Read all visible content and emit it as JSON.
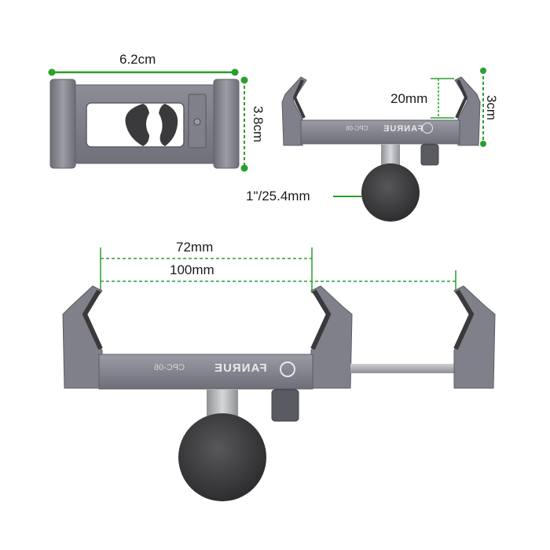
{
  "colors": {
    "dimension_line": "#2aa02a",
    "metal": "#7b7c85",
    "metal_light": "#8e8f98",
    "metal_dark": "#5d5e66",
    "rubber": "#3a3a3c",
    "ball": "#404042",
    "rod": "#b9babd",
    "text": "#1a1a1a"
  },
  "views": {
    "top_view": {
      "width_label": "6.2cm",
      "height_label": "3.8cm"
    },
    "side_view_small": {
      "grip_depth_label": "20mm",
      "height_label": "3cm",
      "ball_label": "1\"/25.4mm",
      "brand": "FANRUE",
      "model": "CPC-06"
    },
    "side_view_large": {
      "min_width_label": "72mm",
      "max_width_label": "100mm",
      "brand": "FANRUE",
      "model": "CPC-06"
    }
  }
}
